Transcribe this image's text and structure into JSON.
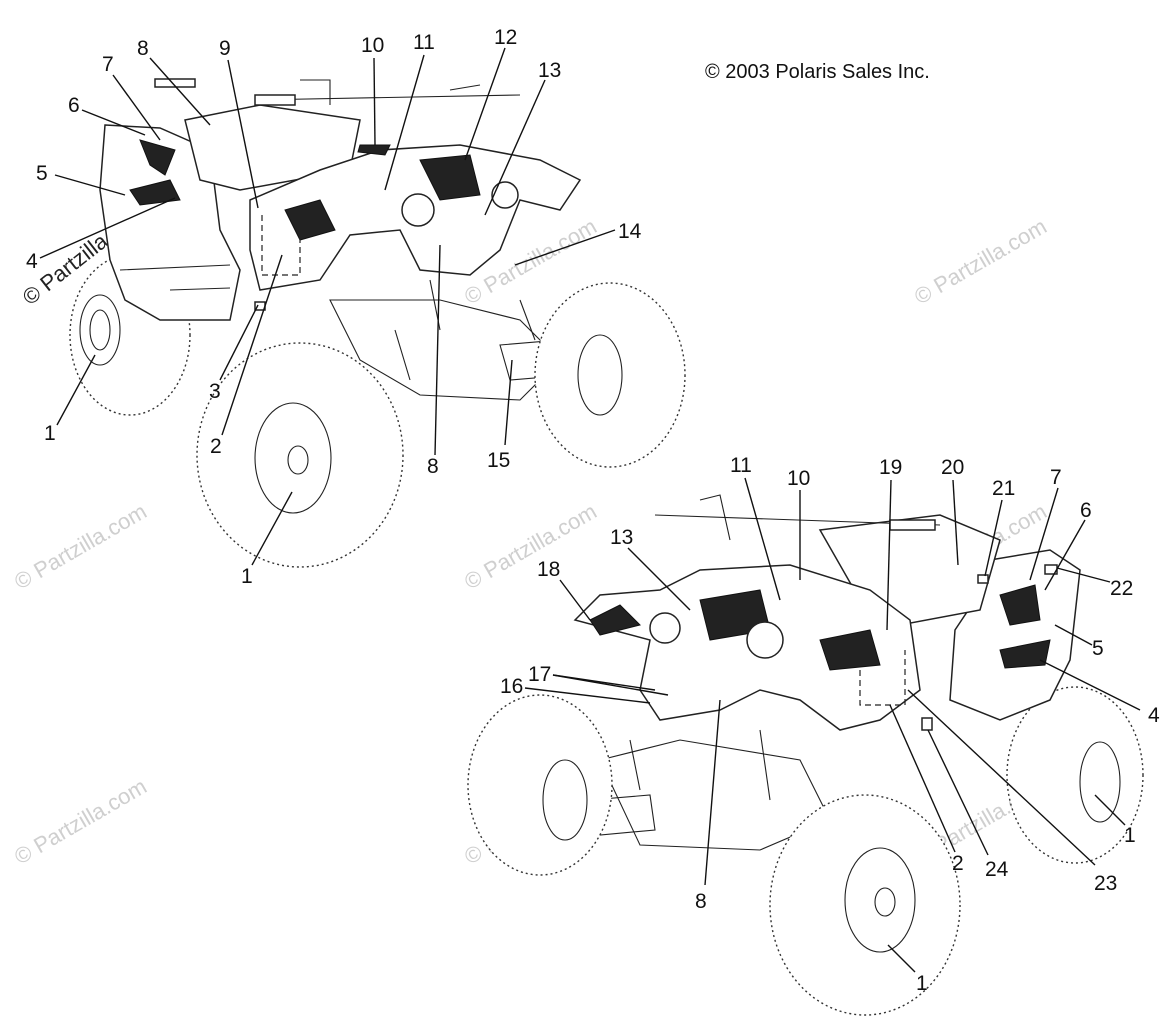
{
  "copyright": "© 2003 Polaris Sales Inc.",
  "watermark_text": "© Partzilla.com",
  "colors": {
    "line": "#222222",
    "watermark": "#cfcfcf",
    "background": "#ffffff"
  },
  "callouts": {
    "top": [
      "1",
      "1",
      "2",
      "3",
      "4",
      "5",
      "6",
      "7",
      "8",
      "8",
      "9",
      "10",
      "11",
      "12",
      "13",
      "14",
      "15"
    ],
    "bottom": [
      "1",
      "1",
      "2",
      "4",
      "5",
      "6",
      "7",
      "8",
      "10",
      "11",
      "13",
      "16",
      "17",
      "18",
      "19",
      "20",
      "21",
      "22",
      "23",
      "24"
    ]
  }
}
